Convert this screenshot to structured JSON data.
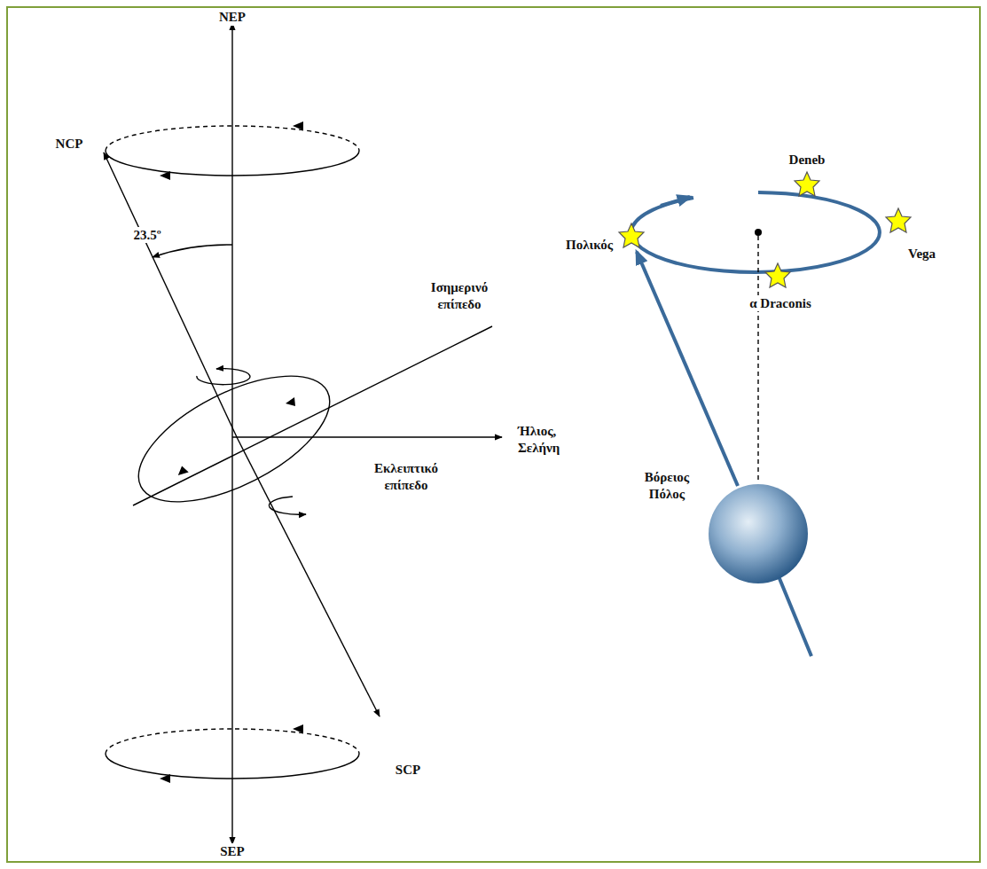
{
  "diagram": {
    "labels": [
      "NEP",
      "NCP",
      "23.5º",
      "Ισημερινό επίπεδο",
      "Ήλιος, Σελήνη",
      "Εκλειπτικό επίπεδο",
      "SCP",
      "SEP",
      "Deneb",
      "Πολικός",
      "Vega",
      "α Draconis",
      "Βόρειος Πόλος"
    ]
  }
}
